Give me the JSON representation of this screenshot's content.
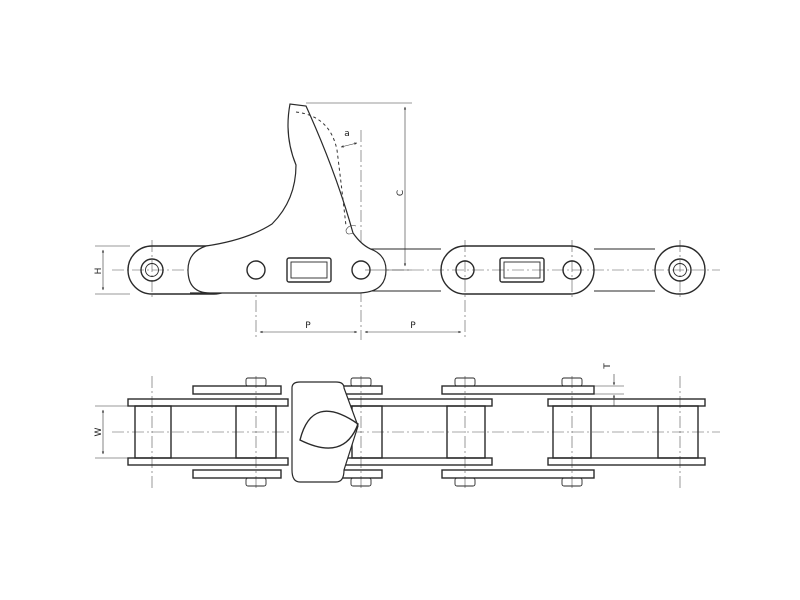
{
  "labels": {
    "height": "H",
    "attachment": "a",
    "clearance": "C",
    "pitch_left": "P",
    "pitch_right": "P",
    "width": "W",
    "thickness": "T"
  }
}
